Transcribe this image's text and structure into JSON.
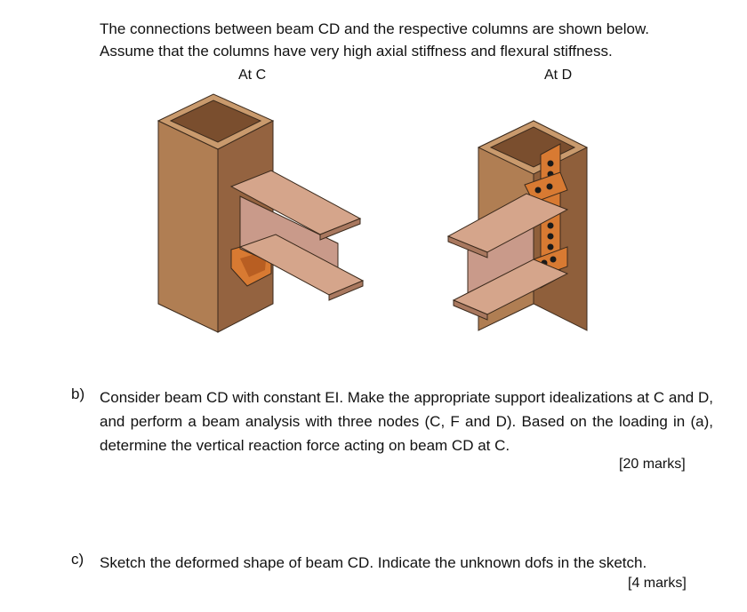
{
  "intro": {
    "line1": "The connections between beam CD and the respective columns are shown below.",
    "line2": "Assume that the columns have very high axial stiffness and flexural stiffness."
  },
  "figure": {
    "caption_c": "At C",
    "caption_d": "At D"
  },
  "questions": [
    {
      "label": "b)",
      "text": "Consider beam CD with constant EI. Make the appropriate support idealizations at C and D, and perform a beam analysis with three nodes (C, F and D). Based on the loading in (a), determine the vertical reaction force acting on beam CD at C.",
      "marks": "[20 marks]"
    },
    {
      "label": "c)",
      "text": "Sketch the deformed shape of beam CD.  Indicate the unknown dofs in the sketch.",
      "marks": "[4 marks]"
    }
  ],
  "colors": {
    "column_front": "#b07e53",
    "column_side": "#8f5f3b",
    "column_top": "#c99a6d",
    "beam": "#d5a58b",
    "plate": "#d87a32",
    "bolt": "#1a1a1a"
  }
}
